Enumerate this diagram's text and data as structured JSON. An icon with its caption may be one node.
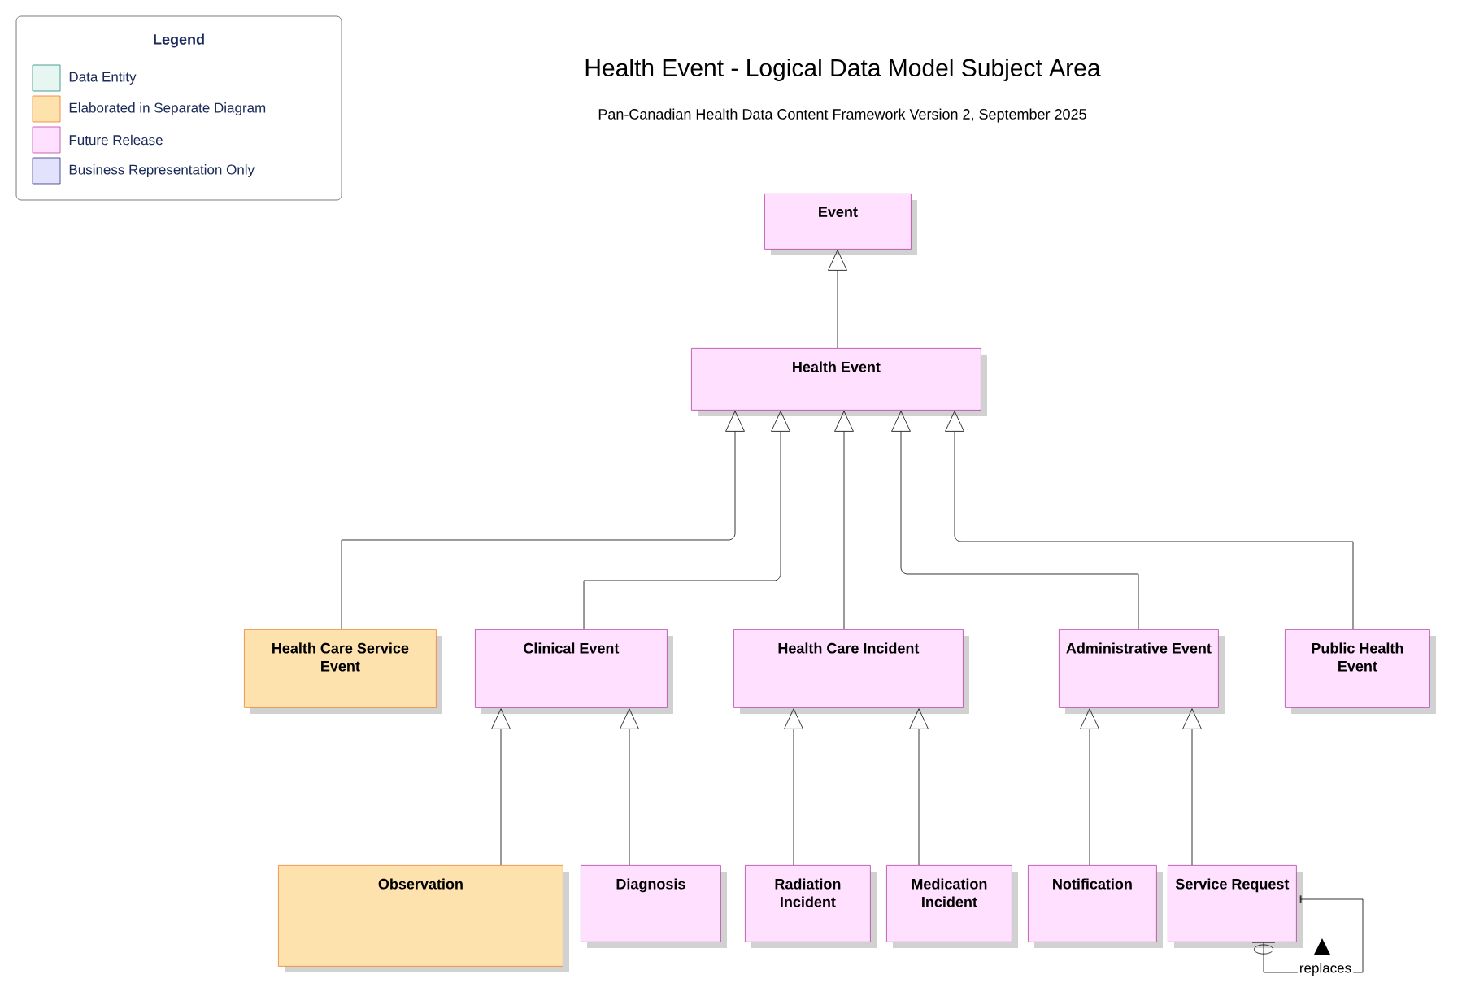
{
  "diagram": {
    "title": "Health Event - Logical Data Model Subject Area",
    "caption": "Pan-Canadian Health Data Content Framework Version 2, September 2025",
    "nodes": [
      {
        "text": [
          "Event"
        ]
      },
      {
        "text": [
          "Health Event"
        ]
      },
      {
        "text": [
          "Health Care Service Event"
        ]
      },
      {
        "text": [
          "Clinical Event"
        ]
      },
      {
        "text": [
          "Health Care Incident"
        ]
      },
      {
        "text": [
          "Administrative Event"
        ]
      },
      {
        "text": [
          "Public Health Event"
        ]
      },
      {
        "text": [
          "Observation"
        ]
      },
      {
        "text": [
          "Diagnosis"
        ]
      },
      {
        "text": [
          "Radiation Incident"
        ]
      },
      {
        "text": [
          "Medication Incident"
        ]
      },
      {
        "text": [
          "Notification"
        ]
      },
      {
        "text": [
          "Service Request"
        ]
      }
    ],
    "edges": [
      {
        "from": 1,
        "to": 0,
        "arrow": "to"
      },
      {
        "from": 2,
        "to": 1,
        "arrow": "to"
      },
      {
        "from": 3,
        "to": 1,
        "arrow": "to"
      },
      {
        "from": 4,
        "to": 1,
        "arrow": "to"
      },
      {
        "from": 5,
        "to": 1,
        "arrow": "to"
      },
      {
        "from": 6,
        "to": 1,
        "arrow": "to"
      },
      {
        "from": 7,
        "to": 3,
        "arrow": "to"
      },
      {
        "from": 8,
        "to": 3,
        "arrow": "to"
      },
      {
        "from": 9,
        "to": 4,
        "arrow": "to"
      },
      {
        "from": 10,
        "to": 4,
        "arrow": "to"
      },
      {
        "from": 11,
        "to": 5,
        "arrow": "to"
      },
      {
        "from": 12,
        "to": 5,
        "arrow": "to"
      },
      {
        "from": 12,
        "to": 12,
        "arrow": "other",
        "label": "replaces"
      }
    ],
    "labels": [
      "Legend"
    ],
    "legend": [
      {
        "text": "Data Entity",
        "color": "#e8f6f2"
      },
      {
        "text": "Elaborated in Separate Diagram",
        "color": "#fee2ad"
      },
      {
        "text": "Future Release",
        "color": "#ffe0ff"
      },
      {
        "text": "Business Representation Only",
        "color": "#e2e2fc"
      }
    ]
  }
}
